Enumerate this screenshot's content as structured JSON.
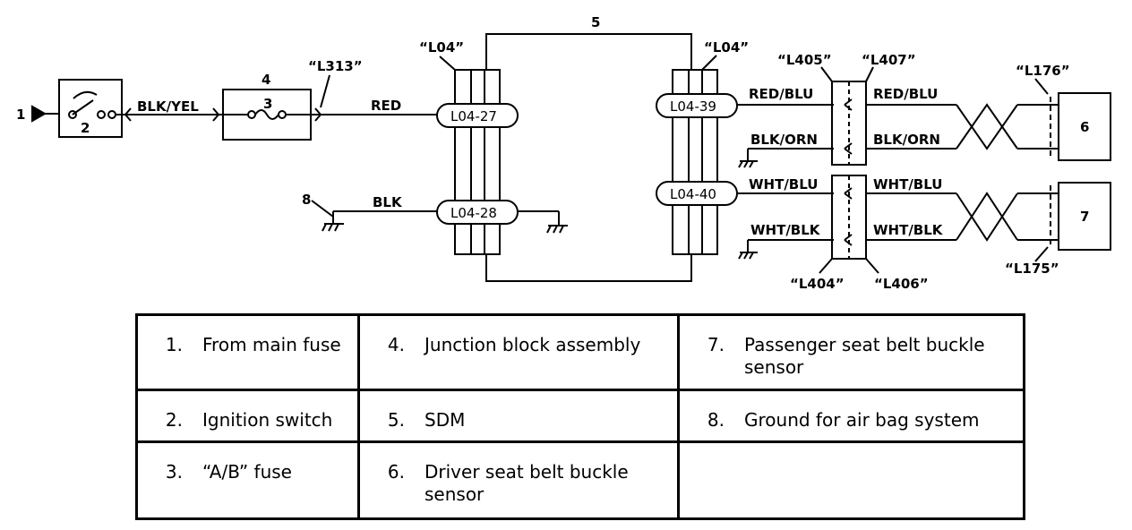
{
  "diagram": {
    "numbers": {
      "n1": "1",
      "n2": "2",
      "n3": "3",
      "n4": "4",
      "n5": "5",
      "n6": "6",
      "n7": "7",
      "n8": "8"
    },
    "wires": {
      "blk_yel": "BLK/YEL",
      "red": "RED",
      "blk": "BLK",
      "red_blu_a": "RED/BLU",
      "red_blu_b": "RED/BLU",
      "blk_orn_a": "BLK/ORN",
      "blk_orn_b": "BLK/ORN",
      "wht_blu_a": "WHT/BLU",
      "wht_blu_b": "WHT/BLU",
      "wht_blk_a": "WHT/BLK",
      "wht_blk_b": "WHT/BLK"
    },
    "connectors": {
      "l313": "“L313”",
      "l04_left": "“L04”",
      "l04_right": "“L04”",
      "l405": "“L405”",
      "l407": "“L407”",
      "l404": "“L404”",
      "l406": "“L406”",
      "l176": "“L176”",
      "l175": "“L175”"
    },
    "pins": {
      "p27": "L04-27",
      "p28": "L04-28",
      "p39": "L04-39",
      "p40": "L04-40"
    }
  },
  "legend": {
    "rows": [
      [
        {
          "num": "1.",
          "text": "From main fuse"
        },
        {
          "num": "4.",
          "text": "Junction block assembly"
        },
        {
          "num": "7.",
          "text": "Passenger seat belt buckle sensor"
        }
      ],
      [
        {
          "num": "2.",
          "text": "Ignition switch"
        },
        {
          "num": "5.",
          "text": "SDM"
        },
        {
          "num": "8.",
          "text": "Ground for air bag system"
        }
      ],
      [
        {
          "num": "3.",
          "text": "“A/B” fuse"
        },
        {
          "num": "6.",
          "text": "Driver seat belt buckle sensor"
        },
        {
          "num": "",
          "text": ""
        }
      ]
    ]
  }
}
